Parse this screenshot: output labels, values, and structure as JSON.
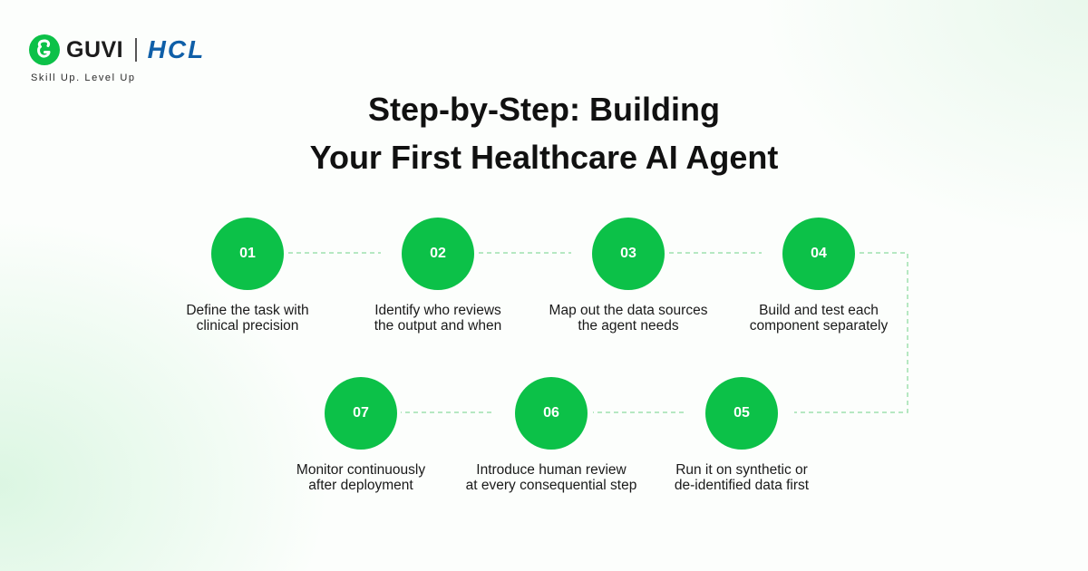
{
  "brand": {
    "guvi_name": "GUVI",
    "partner_name": "HCL",
    "tagline": "Skill Up. Level Up",
    "guvi_color": "#0cc148",
    "hcl_color": "#0f5fa8"
  },
  "title": {
    "line1": "Step-by-Step: Building",
    "line2": "Your First Healthcare AI Agent"
  },
  "steps": [
    {
      "number": "01",
      "line1": "Define the task with",
      "line2": "clinical precision"
    },
    {
      "number": "02",
      "line1": "Identify who reviews",
      "line2": "the output and when"
    },
    {
      "number": "03",
      "line1": "Map out the data sources",
      "line2": "the agent needs"
    },
    {
      "number": "04",
      "line1": "Build and test each",
      "line2": "component separately"
    },
    {
      "number": "05",
      "line1": "Run it on synthetic or",
      "line2": "de-identified data first"
    },
    {
      "number": "06",
      "line1": "Introduce human review",
      "line2": "at every consequential step"
    },
    {
      "number": "07",
      "line1": "Monitor continuously",
      "line2": "after deployment"
    }
  ],
  "colors": {
    "accent": "#0cc148",
    "connector": "#9fe0ae",
    "text": "#111111"
  }
}
